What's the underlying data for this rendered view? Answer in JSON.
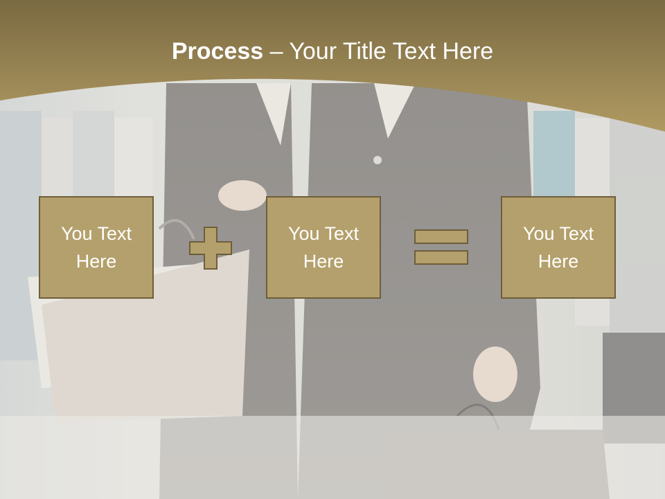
{
  "title": {
    "bold": "Process",
    "rest": " – Your Title Text Here"
  },
  "process": {
    "boxes": [
      {
        "text": "You Text Here"
      },
      {
        "text": "You Text Here"
      },
      {
        "text": "You Text Here"
      }
    ],
    "operators": [
      "plus-icon",
      "equals-icon"
    ]
  },
  "colors": {
    "header_band": "#a08a52",
    "box_fill": "#b4a06c",
    "box_border": "#6e5e3a"
  }
}
